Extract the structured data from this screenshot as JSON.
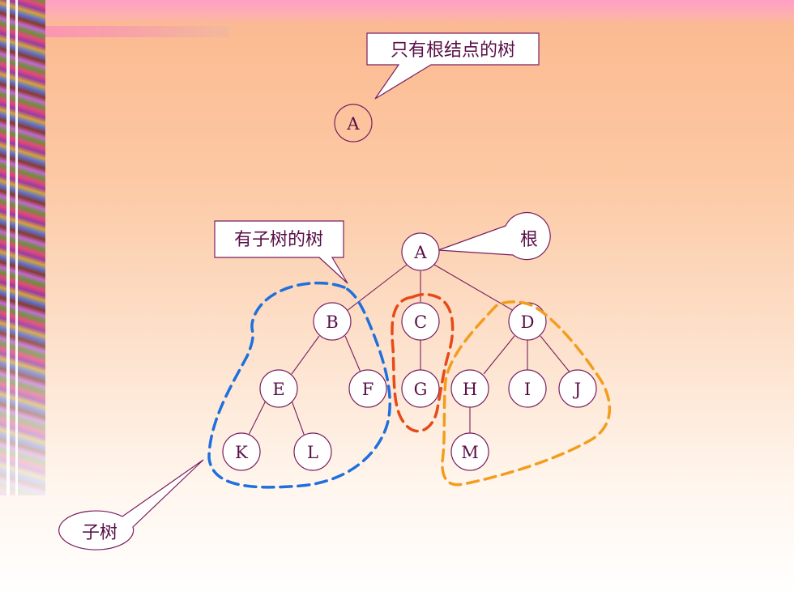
{
  "callouts": {
    "root_only_tree": "只有根结点的树",
    "tree_with_subtrees": "有子树的树",
    "root": "根",
    "subtree": "子树"
  },
  "single_tree": {
    "node": "A"
  },
  "tree": {
    "nodes": {
      "A": "A",
      "B": "B",
      "C": "C",
      "D": "D",
      "E": "E",
      "F": "F",
      "G": "G",
      "H": "H",
      "I": "I",
      "J": "J",
      "K": "K",
      "L": "L",
      "M": "M"
    }
  },
  "colors": {
    "node_stroke": "#7a1e5e",
    "node_text": "#5a0f48",
    "subtree_b_outline": "#1f6fdc",
    "subtree_c_outline": "#e64a19",
    "subtree_d_outline": "#f29d1d"
  }
}
